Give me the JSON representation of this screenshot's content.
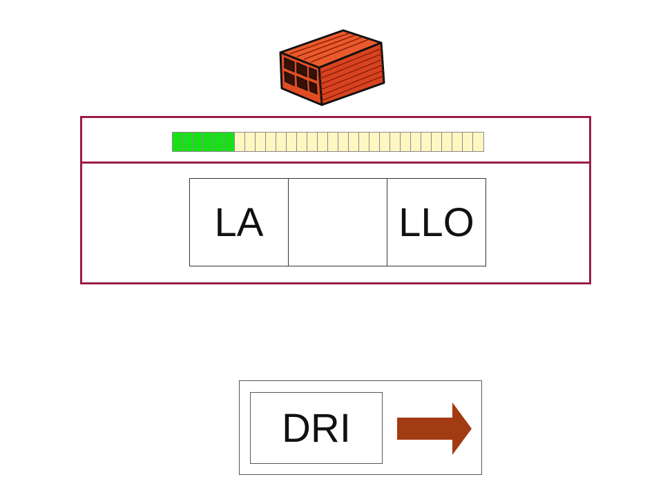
{
  "picture": {
    "icon": "brick-icon",
    "colors": {
      "face": "#e24c22",
      "side": "#c9361a",
      "outline": "#111111"
    }
  },
  "progress": {
    "completed": 6,
    "total": 30,
    "colors": {
      "done": "#19e019",
      "pending": "#fff7c2"
    }
  },
  "word": {
    "syllables": [
      "LA",
      "",
      "LLO"
    ]
  },
  "answer": {
    "option_label": "DRI",
    "next_icon": "right-arrow-icon",
    "next_color": "#a23a12"
  },
  "colors": {
    "panel_border": "#9b1b45"
  }
}
